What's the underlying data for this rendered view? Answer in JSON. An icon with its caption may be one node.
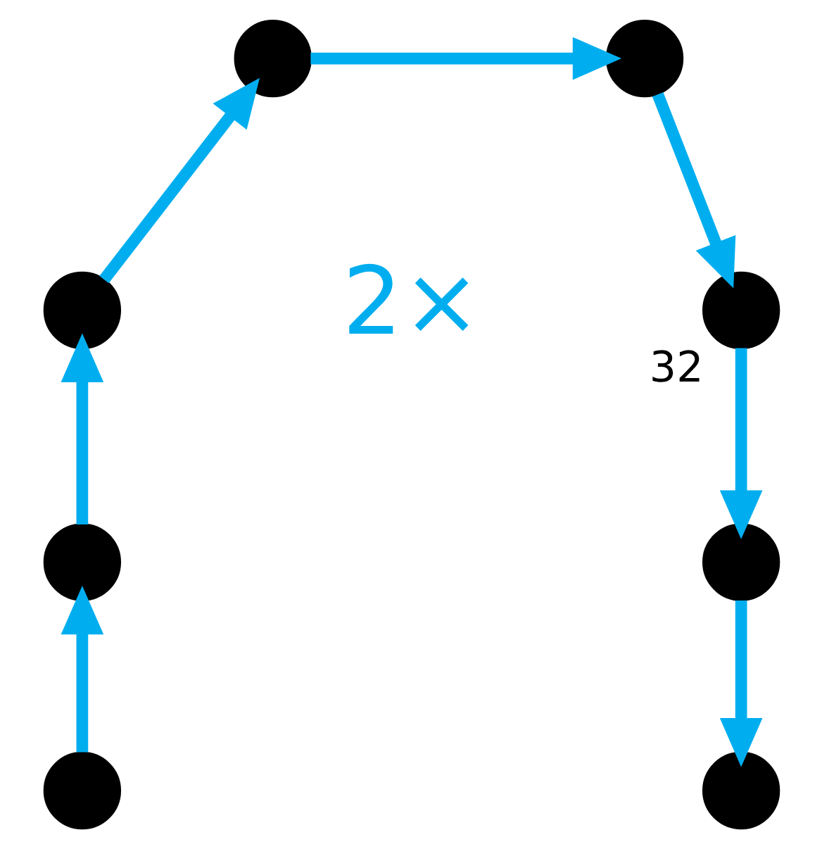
{
  "diagram": {
    "nodes": [
      {
        "text": [],
        "shape": "circle"
      },
      {
        "text": [],
        "shape": "circle"
      },
      {
        "text": [],
        "shape": "circle"
      },
      {
        "text": [],
        "shape": "circle"
      },
      {
        "text": [],
        "shape": "circle"
      },
      {
        "text": [],
        "shape": "circle",
        "beside": [
          "32"
        ]
      },
      {
        "text": [],
        "shape": "circle"
      },
      {
        "text": [],
        "shape": "circle"
      }
    ],
    "edges": [
      {
        "from": 0,
        "to": 1,
        "arrow": "to"
      },
      {
        "from": 1,
        "to": 2,
        "arrow": "to"
      },
      {
        "from": 2,
        "to": 3,
        "arrow": "to"
      },
      {
        "from": 3,
        "to": 4,
        "arrow": "to"
      },
      {
        "from": 4,
        "to": 5,
        "arrow": "to"
      },
      {
        "from": 5,
        "to": 6,
        "arrow": "to"
      },
      {
        "from": 6,
        "to": 7,
        "arrow": "to"
      }
    ],
    "labels": [
      "2×"
    ]
  }
}
